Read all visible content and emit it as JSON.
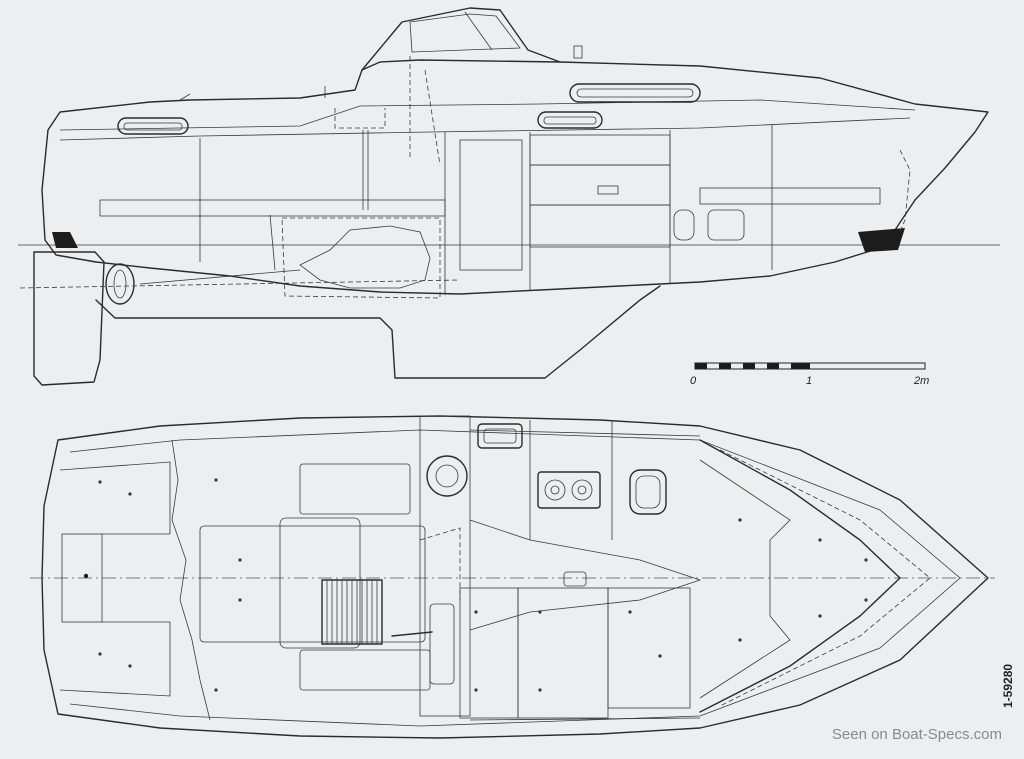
{
  "scale_bar": {
    "labels": [
      "0",
      "1",
      "2m"
    ]
  },
  "drawing_number": "1-59280",
  "watermark": "Seen on Boat-Specs.com"
}
